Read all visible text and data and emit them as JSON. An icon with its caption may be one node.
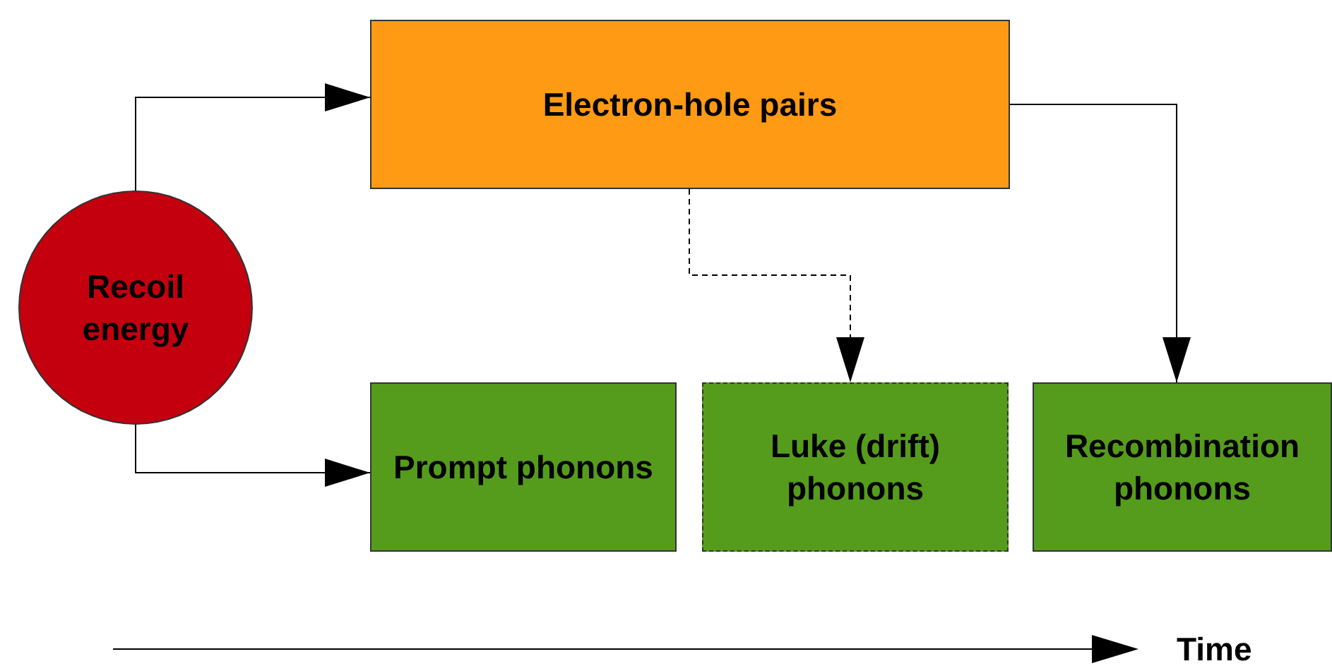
{
  "diagram": {
    "nodes": [
      {
        "text": [
          "Electron-hole pairs"
        ]
      },
      {
        "text": [
          "Recoil energy"
        ]
      },
      {
        "text": [
          "Prompt phonons"
        ]
      },
      {
        "text": [
          "Luke (drift) phonons"
        ]
      },
      {
        "text": [
          "Recombination phonons"
        ]
      }
    ],
    "edges": [
      {
        "from": 1,
        "to": 0,
        "arrow": "to"
      },
      {
        "from": 1,
        "to": 2,
        "arrow": "to"
      },
      {
        "from": 0,
        "to": 3,
        "arrow": "to",
        "style": "dashed"
      },
      {
        "from": 0,
        "to": 4,
        "arrow": "to"
      }
    ],
    "labels": [
      "Time"
    ]
  }
}
